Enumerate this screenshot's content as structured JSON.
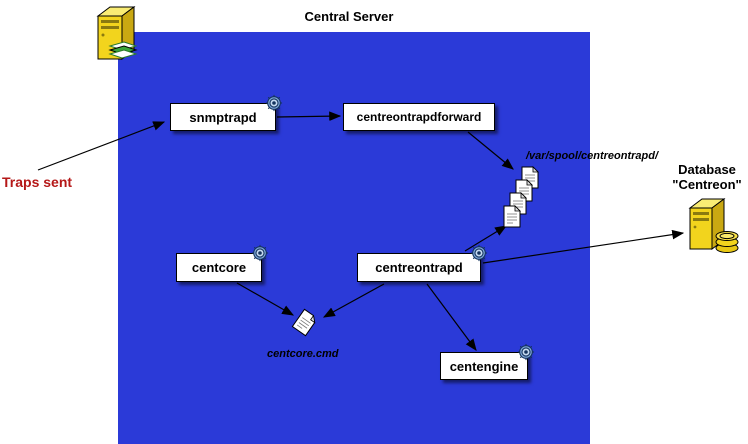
{
  "title": "Central Server",
  "traps_label": "Traps sent",
  "nodes": {
    "snmptrapd": {
      "label": "snmptrapd",
      "has_gear": true
    },
    "centreontrapdforward": {
      "label": "centreontrapdforward",
      "has_gear": false
    },
    "centcore": {
      "label": "centcore",
      "has_gear": true
    },
    "centreontrapd": {
      "label": "centreontrapd",
      "has_gear": true
    },
    "centengine": {
      "label": "centengine",
      "has_gear": true
    }
  },
  "labels": {
    "spool_path": "/var/spool/centreontrapd/",
    "centcore_cmd": "centcore.cmd",
    "database": "Database",
    "database_name": "\"Centreon\""
  },
  "icons": {
    "top_left": "server-icon",
    "top_right": "database-server-icon",
    "on_nodes": "gear-icon",
    "spool": "file-icon"
  },
  "colors": {
    "server_area_blue": "#2b3ad8",
    "traps_text_red": "#b51818",
    "node_background": "#ffffff",
    "node_border": "#000000",
    "server_icon_yellow": "#f2d41d",
    "arrow_black": "#000000"
  }
}
